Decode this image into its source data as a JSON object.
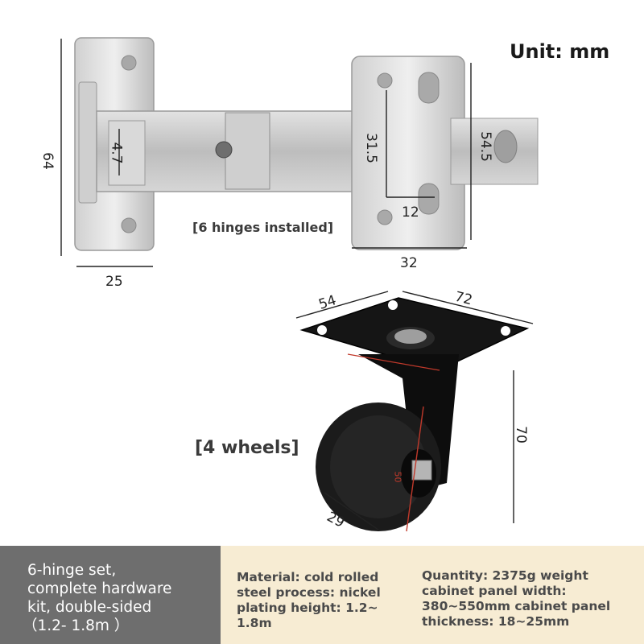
{
  "unit_label": "Unit: mm",
  "hinge": {
    "caption": "[6 hinges installed]",
    "dimensions": {
      "height": "64",
      "base_width": "25",
      "arm_height": "4.7",
      "cup_height": "31.5",
      "plate_height": "54.5",
      "cup_width": "12",
      "plate_width": "32"
    }
  },
  "wheel": {
    "caption": "[4 wheels]",
    "dimensions": {
      "plate_depth": "54",
      "plate_width": "72",
      "height": "70",
      "wheel_diameter": "50",
      "wheel_width": "29"
    }
  },
  "footer": {
    "set_lines": [
      "6-hinge set,",
      "complete hardware",
      "kit, double-sided"
    ],
    "sizes": "（1.2- 1.8m ）",
    "material_spec": [
      "Material: cold rolled",
      "steel process: nickel",
      "plating height: 1.2~",
      "1.8m"
    ],
    "quantity_spec": [
      "Quantity: 2375g weight",
      "cabinet panel width:",
      "380~550mm cabinet panel",
      "thickness: 18~25mm"
    ]
  },
  "colors": {
    "footer_left_bg": "#6e6e6e",
    "footer_right_bg": "#f7ecd3",
    "hinge_metal": "#c9c9c9",
    "caster_black": "#111111",
    "dimension_red": "#c0392b"
  }
}
